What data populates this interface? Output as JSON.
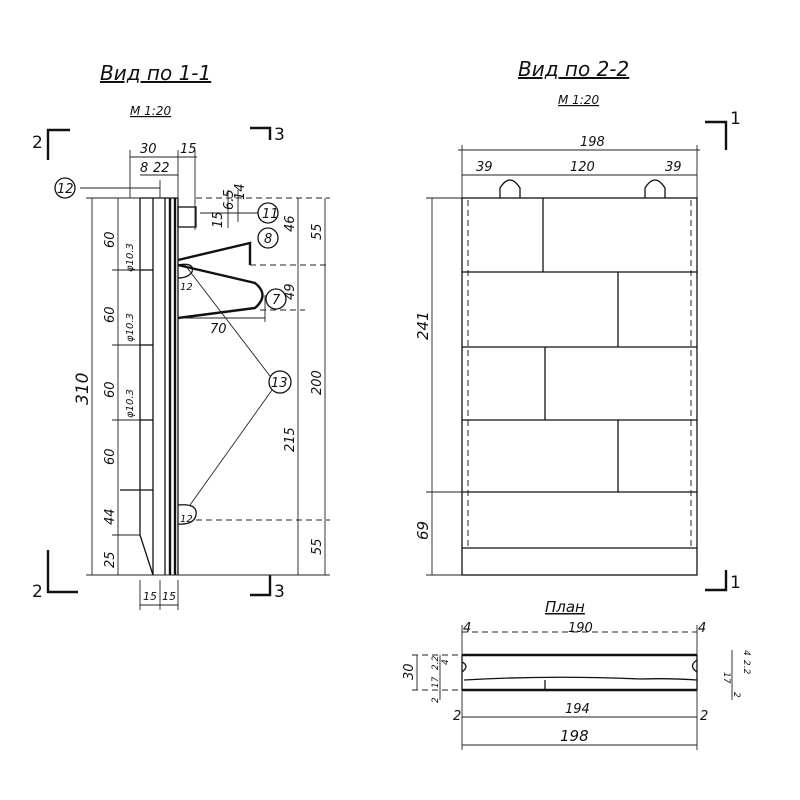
{
  "left_view": {
    "title": "Вид по 1-1",
    "scale": "М 1:20",
    "section_marks": [
      "2",
      "3",
      "2",
      "3"
    ],
    "top_dims": [
      "30",
      "15",
      "8",
      "22"
    ],
    "small_dims": [
      "15",
      "6.5",
      "14"
    ],
    "left_total": "310",
    "left_segments": [
      "60",
      "60",
      "60",
      "60",
      "44",
      "25"
    ],
    "bar_labels": [
      "φ10.3",
      "φ10.3",
      "φ10.3"
    ],
    "right_dims_inner": [
      "46",
      "49",
      "215"
    ],
    "right_dims_outer": [
      "55",
      "200",
      "55"
    ],
    "bracket_dims": [
      "12",
      "70",
      "12"
    ],
    "bottom_dims": [
      "15",
      "15"
    ],
    "callouts": [
      "12",
      "11",
      "8",
      "7",
      "13"
    ]
  },
  "right_view": {
    "title": "Вид по 2-2",
    "scale": "М 1:20",
    "section_marks": [
      "1",
      "1"
    ],
    "width_total": "198",
    "loop_dims": [
      "39",
      "120",
      "39"
    ],
    "height_dims": [
      "241",
      "69"
    ]
  },
  "plan": {
    "title": "План",
    "top_dims": [
      "4",
      "190",
      "4"
    ],
    "depth": "30",
    "left_dims": [
      "4",
      "2.2",
      "17",
      "2"
    ],
    "right_dims": [
      "4",
      "2.2",
      "17",
      "2"
    ],
    "inner_width": "194",
    "edge_dims": [
      "2",
      "2"
    ],
    "total_width": "198"
  }
}
